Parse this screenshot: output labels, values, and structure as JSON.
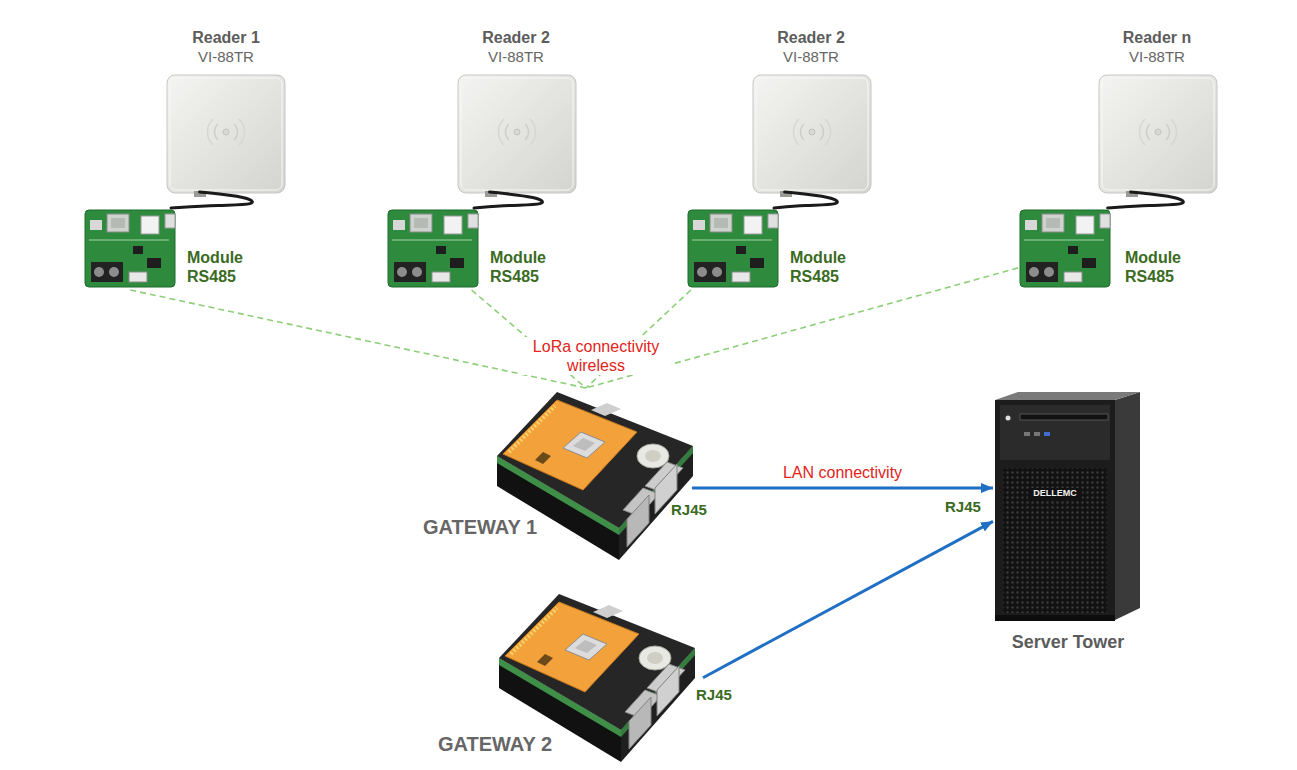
{
  "diagram": {
    "nodes": [
      {
        "text": [
          "Reader 1",
          "VI-88TR"
        ]
      },
      {
        "text": [
          "Reader 2",
          "VI-88TR"
        ]
      },
      {
        "text": [
          "Reader 2",
          "VI-88TR"
        ]
      },
      {
        "text": [
          "Reader n",
          "VI-88TR"
        ]
      },
      {
        "text": [
          "Module RS485"
        ]
      },
      {
        "text": [
          "Module RS485"
        ]
      },
      {
        "text": [
          "Module RS485"
        ]
      },
      {
        "text": [
          "Module RS485"
        ]
      },
      {
        "text": [
          "GATEWAY 1"
        ]
      },
      {
        "text": [
          "Server Tower"
        ]
      },
      {
        "text": [
          "GATEWAY 2"
        ]
      }
    ],
    "edges": [
      {
        "from": 0,
        "to": 4,
        "arrow": "none"
      },
      {
        "from": 1,
        "to": 5,
        "arrow": "none"
      },
      {
        "from": 2,
        "to": 6,
        "arrow": "none"
      },
      {
        "from": 3,
        "to": 7,
        "arrow": "none"
      },
      {
        "from": 4,
        "to": 8,
        "arrow": "none"
      },
      {
        "from": 5,
        "to": 8,
        "arrow": "none"
      },
      {
        "from": 6,
        "to": 8,
        "arrow": "none"
      },
      {
        "from": 7,
        "to": 8,
        "arrow": "none"
      },
      {
        "from": 8,
        "to": 9,
        "label": "LAN connectivity",
        "arrow": "to"
      },
      {
        "from": 10,
        "to": 9,
        "arrow": "to"
      }
    ],
    "labels": [
      "LoRa connectivity wireless",
      "RJ45",
      "RJ45",
      "RJ45",
      "DELLEMC"
    ]
  }
}
